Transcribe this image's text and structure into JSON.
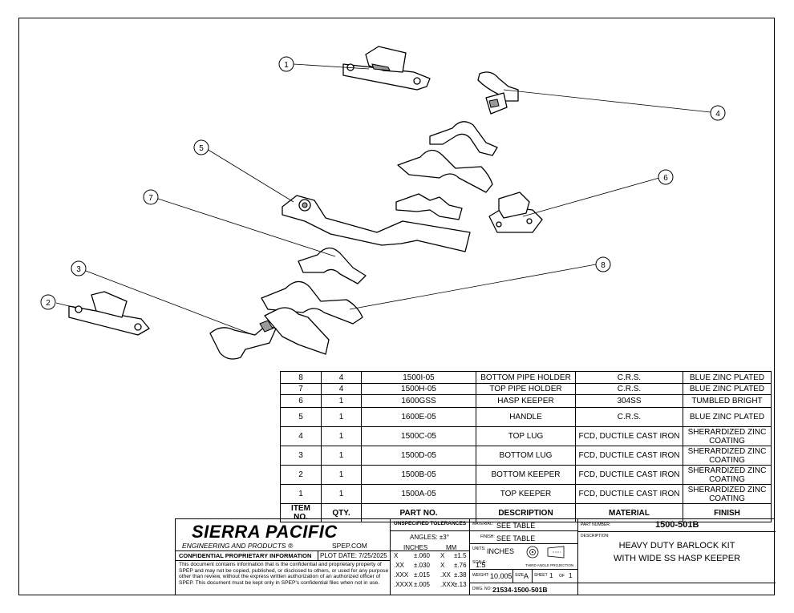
{
  "balloons": [
    "1",
    "2",
    "3",
    "4",
    "5",
    "6",
    "7",
    "8"
  ],
  "bom": {
    "rows": [
      {
        "item": "8",
        "qty": "4",
        "part": "1500I-05",
        "desc": "BOTTOM PIPE HOLDER",
        "material": "C.R.S.",
        "finish": "BLUE ZINC PLATED"
      },
      {
        "item": "7",
        "qty": "4",
        "part": "1500H-05",
        "desc": "TOP PIPE HOLDER",
        "material": "C.R.S.",
        "finish": "BLUE ZINC PLATED"
      },
      {
        "item": "6",
        "qty": "1",
        "part": "1600GSS",
        "desc": "HASP KEEPER",
        "material": "304SS",
        "finish": "TUMBLED BRIGHT"
      },
      {
        "item": "5",
        "qty": "1",
        "part": "1600E-05",
        "desc": "HANDLE",
        "material": "C.R.S.",
        "finish": "BLUE ZINC PLATED"
      },
      {
        "item": "4",
        "qty": "1",
        "part": "1500C-05",
        "desc": "TOP LUG",
        "material": "FCD, DUCTILE CAST IRON",
        "finish": "SHERARDIZED ZINC COATING"
      },
      {
        "item": "3",
        "qty": "1",
        "part": "1500D-05",
        "desc": "BOTTOM LUG",
        "material": "FCD, DUCTILE CAST IRON",
        "finish": "SHERARDIZED ZINC COATING"
      },
      {
        "item": "2",
        "qty": "1",
        "part": "1500B-05",
        "desc": "BOTTOM KEEPER",
        "material": "FCD, DUCTILE CAST IRON",
        "finish": "SHERARDIZED ZINC COATING"
      },
      {
        "item": "1",
        "qty": "1",
        "part": "1500A-05",
        "desc": "TOP KEEPER",
        "material": "FCD, DUCTILE CAST IRON",
        "finish": "SHERARDIZED ZINC COATING"
      }
    ],
    "headers": {
      "item": "ITEM NO.",
      "qty": "QTY.",
      "part": "PART NO.",
      "desc": "DESCRIPTION",
      "material": "MATERIAL",
      "finish": "FINISH"
    }
  },
  "title_block": {
    "company": "SIERRA PACIFIC",
    "company_sub": "ENGINEERING AND PRODUCTS",
    "registered": "®",
    "website": "SPEP.COM",
    "confidential_title": "CONFIDENTIAL PROPRIETARY INFORMATION",
    "plot_date": "PLOT DATE: 7/25/2025",
    "confidential_text": "This document contains information that is the confidential and proprietary property of SPEP and may not be copied, published, or disclosed to others, or used for any purpose  other than review, without the express written authorization of an authorized officer of SPEP. This document must be kept only in SPEP's confidential files when not in use.",
    "tolerances_title": "UNSPECIFIED TOLERANCES",
    "angles": "ANGLES: ±3°",
    "inches_label": "INCHES",
    "mm_label": "MM",
    "tol_rows": [
      {
        "in_key": "X",
        "in_val": "±.060",
        "mm_key": "X",
        "mm_val": "±1.5"
      },
      {
        "in_key": ".XX",
        "in_val": "±.030",
        "mm_key": "X",
        "mm_val": "±.76"
      },
      {
        "in_key": ".XXX",
        "in_val": "±.015",
        "mm_key": ".XX",
        "mm_val": "±.38"
      },
      {
        "in_key": ".XXXX",
        "in_val": "±.005",
        "mm_key": ".XXX",
        "mm_val": "±.13"
      }
    ],
    "material_label": "MATERIAL:",
    "material_value": "SEE TABLE",
    "finish_label": "FINISH:",
    "finish_value": "SEE TABLE",
    "units_label": "UNITS:",
    "units_value": "INCHES",
    "scale_label": "SCALE:",
    "scale_value": "1:5",
    "projection": "THIRD ANGLE PROJECTION",
    "weight_label": "WEIGHT:",
    "weight_value": "10.005",
    "size_label": "SIZE:",
    "size_value": "A",
    "sheet_label": "SHEET",
    "sheet_value": "1",
    "of_label": "OF",
    "of_value": "1",
    "dwg_label": "DWG. NO:",
    "dwg_value": "21534-1500-501B",
    "part_number_label": "PART NUMBER:",
    "part_number_value": "1500-501B",
    "description_label": "DESCRIPTION:",
    "description_line1": "HEAVY DUTY BARLOCK KIT",
    "description_line2": "WITH WIDE SS HASP KEEPER"
  }
}
